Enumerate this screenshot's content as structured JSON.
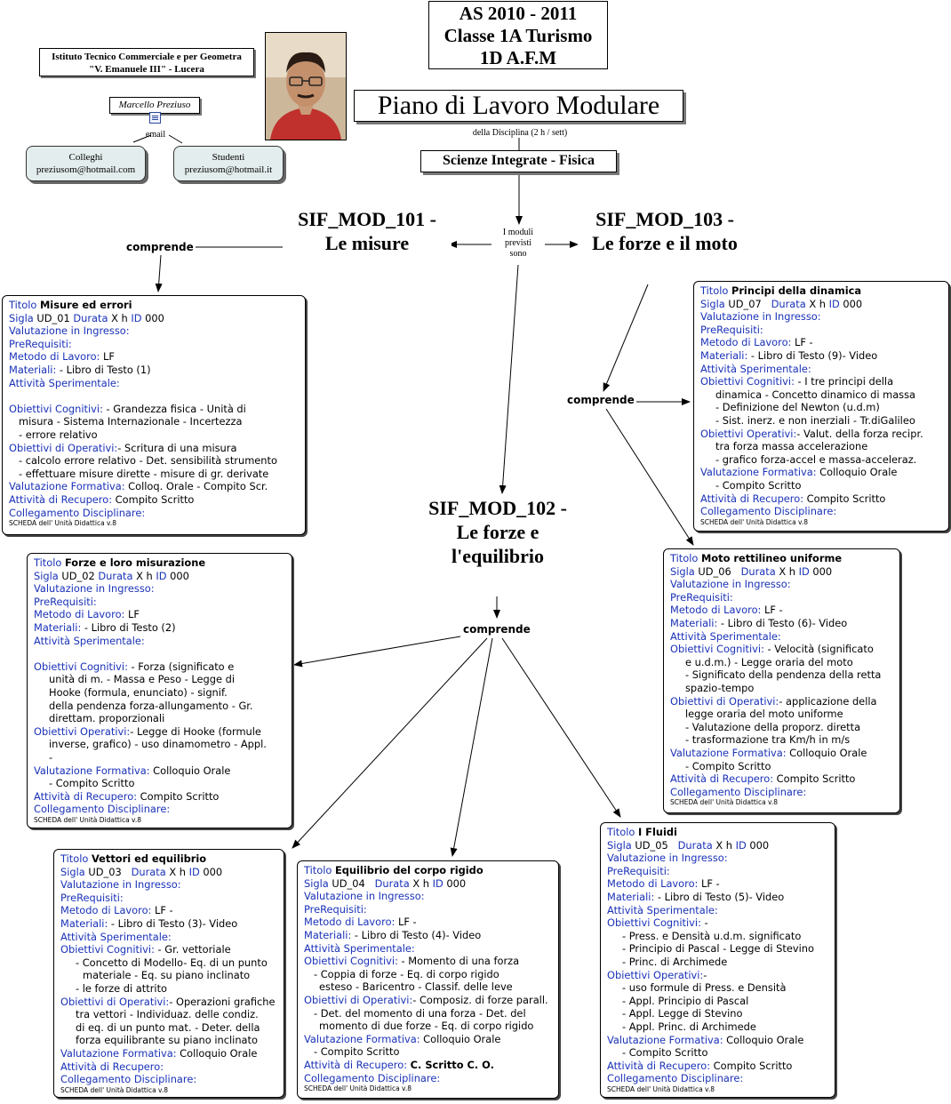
{
  "header": {
    "line1": "AS 2010 - 2011",
    "line2": "Classe 1A Turismo",
    "line3": "1D A.F.M"
  },
  "school": {
    "line1": "Istituto Tecnico Commerciale e per Geometra",
    "line2": "\"V. Emanuele III\" - Lucera"
  },
  "author": "Marcello Preziuso",
  "email_label": "email",
  "contacts": [
    {
      "role": "Colleghi",
      "email": "preziusom@hotmail.com"
    },
    {
      "role": "Studenti",
      "email": "preziusom@hotmail.it"
    }
  ],
  "title": "Piano di Lavoro Modulare",
  "subtitle": "della Disciplina (2 h / sett)",
  "discipline": "Scienze Integrate - Fisica",
  "center_label": [
    "I moduli",
    "previsti",
    "sono"
  ],
  "link_label": "comprende",
  "modules": {
    "m101": [
      "SIF_MOD_101 -",
      "Le misure"
    ],
    "m102": [
      "SIF_MOD_102 -",
      "Le forze e",
      "l'equilibrio"
    ],
    "m103": [
      "SIF_MOD_103 -",
      "Le forze e il moto"
    ]
  },
  "field_labels": {
    "titolo": "Titolo",
    "sigla": "Sigla",
    "durata": "Durata",
    "durata_val": "X h",
    "id": "ID",
    "id_val": "000",
    "val_ingresso": "Valutazione in Ingresso:",
    "prerequisiti": "PreRequisiti:",
    "metodo": "Metodo di Lavoro:",
    "materiali": "Materiali:",
    "attivita": "Attività Sperimentale:",
    "ob_cognitivi": "Obiettivi Cognitivi:",
    "ob_operativi": "Obiettivi di Operativi:",
    "ob_operativi_short": "Obiettivi Operativi:",
    "val_formativa": "Valutazione Formativa:",
    "recupero": "Attività di Recupero:",
    "collegamento": "Collegamento Disciplinare:",
    "scheda": "SCHEDA dell' Unità Didattica v.8"
  },
  "units": {
    "ud01": {
      "titolo": "Misure ed errori",
      "sigla": "UD_01",
      "metodo": "LF",
      "materiali": " - Libro di Testo (1)",
      "cognitivi": [
        "- Grandezza fisica - Unità di",
        "misura - Sistema Internazionale - Incertezza",
        "- errore relativo"
      ],
      "operativi": [
        "- Scritura di una misura",
        "- calcolo errore relativo - Det. sensibilità strumento",
        "- effettuare misure dirette - misure di gr. derivate"
      ],
      "formativa": "Colloq. Orale - Compito Scr.",
      "recupero": "Compito Scritto"
    },
    "ud02": {
      "titolo": "Forze e loro misurazione",
      "sigla": "UD_02",
      "metodo": "LF",
      "materiali": " - Libro di Testo (2)",
      "cognitivi": [
        "- Forza (significato e",
        "unità di m. - Massa e Peso - Legge di",
        "Hooke (formula, enunciato) - signif.",
        "della pendenza forza-allungamento - Gr.",
        "direttam. proporzionali"
      ],
      "operativi": [
        "- Legge di Hooke (formule",
        "inverse, grafico) - uso dinamometro - Appl.",
        "-"
      ],
      "formativa": "Colloquio Orale",
      "formativa2": "- Compito Scritto",
      "recupero": "Compito Scritto"
    },
    "ud03": {
      "titolo": "Vettori ed equilibrio",
      "sigla": "UD_03",
      "metodo": "LF -",
      "materiali": " - Libro di Testo (3)- Video",
      "cognitivi": [
        "- Gr. vettoriale",
        "- Concetto di Modello- Eq. di un punto",
        "materiale - Eq. su piano inclinato",
        "- le forze di attrito"
      ],
      "operativi": [
        "- Operazioni grafiche",
        "tra vettori - Individuaz. delle condiz.",
        "di eq. di un punto mat. - Deter. della",
        "forza equilibrante su piano inclinato"
      ],
      "formativa": "Colloquio Orale",
      "recupero": ""
    },
    "ud04": {
      "titolo": "Equilibrio del corpo rigido",
      "sigla": "UD_04",
      "metodo": "LF -",
      "materiali": " - Libro di Testo (4)- Video",
      "cognitivi": [
        "- Momento di una forza",
        "- Coppia di forze - Eq. di corpo rigido",
        "esteso - Baricentro - Classif. delle leve"
      ],
      "operativi": [
        "- Composiz. di forze parall.",
        "- Det. del momento di una forza - Det. del",
        "momento di due forze - Eq. di corpo rigido"
      ],
      "formativa": "Colloquio Orale",
      "formativa2": "- Compito Scritto",
      "recupero": "C. Scritto C. O."
    },
    "ud05": {
      "titolo": "I Fluidi",
      "sigla": "UD_05",
      "metodo": "LF -",
      "materiali": " - Libro di Testo (5)- Video",
      "cognitivi_head": "-",
      "cognitivi": [
        "- Press. e Densità u.d.m. significato",
        "- Principio di Pascal - Legge di Stevino",
        "- Princ. di Archimede"
      ],
      "operativi_head": "-",
      "operativi": [
        "- uso formule di Press. e Densità",
        "- Appl. Principio di Pascal",
        "- Appl. Legge di Stevino",
        "- Appl. Princ. di Archimede"
      ],
      "formativa": "Colloquio Orale",
      "formativa2": "- Compito Scritto",
      "recupero": "Compito Scritto"
    },
    "ud06": {
      "titolo": "Moto rettilineo uniforme",
      "sigla": "UD_06",
      "metodo": "LF -",
      "materiali": " - Libro di Testo (6)- Video",
      "cognitivi": [
        "- Velocità (significato",
        "e  u.d.m.) - Legge oraria del moto",
        "- Significato della pendenza della retta",
        "spazio-tempo"
      ],
      "operativi": [
        "- applicazione della",
        "legge oraria del moto uniforme",
        "- Valutazione della proporz. diretta",
        "- trasformazione tra Km/h in m/s"
      ],
      "formativa": "Colloquio Orale",
      "formativa2": "- Compito Scritto",
      "recupero": "Compito Scritto"
    },
    "ud07": {
      "titolo": "Principi della dinamica",
      "sigla": "UD_07",
      "metodo": "LF -",
      "materiali": " - Libro di Testo (9)- Video",
      "cognitivi": [
        "- I tre principi della",
        "dinamica - Concetto dinamico di massa",
        "-  Definizione del Newton (u.d.m)",
        "- Sist. inerz. e non inerziali - Tr.diGalileo"
      ],
      "operativi": [
        "- Valut. della forza recipr.",
        "tra forza massa accelerazione",
        "- grafico forza-accel e massa-acceleraz."
      ],
      "formativa": "Colloquio Orale",
      "formativa2": "- Compito Scritto",
      "recupero": "Compito Scritto"
    }
  }
}
